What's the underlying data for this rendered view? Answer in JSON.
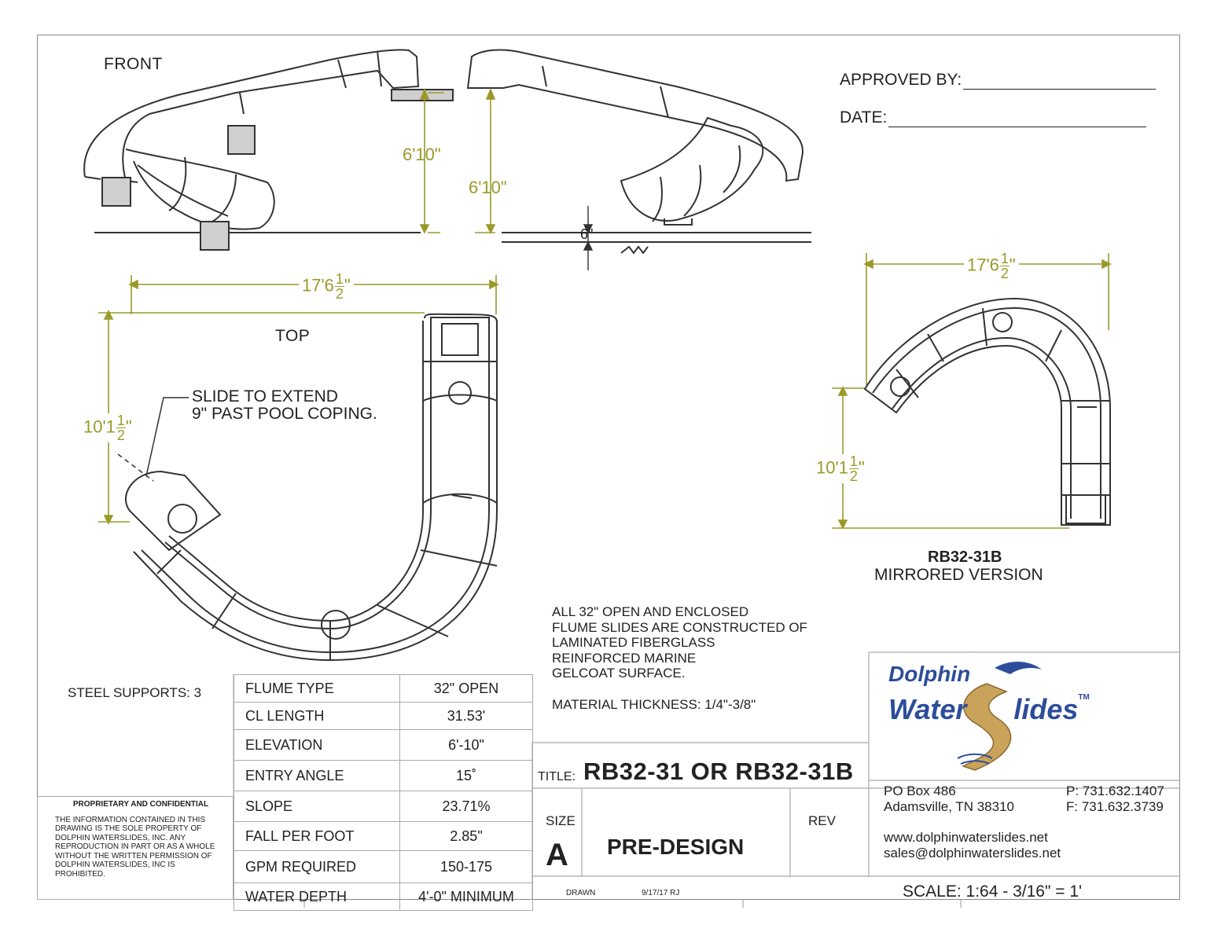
{
  "views": {
    "front_label": "FRONT",
    "top_label": "TOP",
    "front_height_1": "6'10\"",
    "front_height_2": "6'10\"",
    "base_offset": "6\"",
    "top_width": {
      "whole": "17'6",
      "num": "1",
      "den": "2",
      "unit": "\""
    },
    "top_depth": {
      "whole": "10'1",
      "num": "1",
      "den": "2",
      "unit": "\""
    },
    "mirror_width": {
      "whole": "17'6",
      "num": "1",
      "den": "2",
      "unit": "\""
    },
    "mirror_depth": {
      "whole": "10'1",
      "num": "1",
      "den": "2",
      "unit": "\""
    },
    "slide_note_1": "SLIDE TO EXTEND",
    "slide_note_2": "9\" PAST POOL COPING.",
    "mirror_model": "RB32-31B",
    "mirror_caption": "MIRRORED VERSION"
  },
  "approval": {
    "approved_by": "APPROVED BY:",
    "date": "DATE:"
  },
  "material_notes": {
    "lines": [
      "ALL 32\" OPEN AND ENCLOSED",
      "FLUME SLIDES ARE CONSTRUCTED OF",
      "LAMINATED FIBERGLASS",
      "REINFORCED MARINE",
      "GELCOAT SURFACE."
    ],
    "thickness": "MATERIAL THICKNESS: 1/4\"-3/8\""
  },
  "steel_supports": "STEEL SUPPORTS:  3",
  "specs": [
    {
      "label": "FLUME TYPE",
      "value": "32\" OPEN"
    },
    {
      "label": "CL LENGTH",
      "value": "31.53'"
    },
    {
      "label": "ELEVATION",
      "value": "6'-10\""
    },
    {
      "label": "ENTRY ANGLE",
      "value": "15˚"
    },
    {
      "label": "SLOPE",
      "value": "23.71%"
    },
    {
      "label": "FALL PER FOOT",
      "value": "2.85\""
    },
    {
      "label": "GPM REQUIRED",
      "value": "150-175"
    },
    {
      "label": "WATER DEPTH",
      "value": "4'-0\" MINIMUM"
    }
  ],
  "proprietary": {
    "heading": "PROPRIETARY AND CONFIDENTIAL",
    "lines": [
      "THE INFORMATION CONTAINED IN THIS",
      "DRAWING IS THE SOLE PROPERTY OF",
      "DOLPHIN WATERSLIDES, INC.  ANY",
      "REPRODUCTION IN PART OR AS A WHOLE",
      "WITHOUT THE WRITTEN PERMISSION OF",
      "DOLPHIN WATERSLIDES, INC IS",
      "PROHIBITED."
    ]
  },
  "title_block": {
    "title_label": "TITLE:",
    "title": "RB32-31 OR RB32-31B",
    "size_label": "SIZE",
    "size": "A",
    "status": "PRE-DESIGN",
    "rev_label": "REV",
    "drawn_label": "DRAWN",
    "drawn_value": "9/17/17 RJ",
    "scale": "SCALE: 1:64 - 3/16\" = 1'"
  },
  "company": {
    "logo_line_1": "Dolphin",
    "logo_line_2a": "Water",
    "logo_line_2b": "lides",
    "logo_tm": "TM",
    "address_1": "PO Box 486",
    "address_2": "Adamsville, TN 38310",
    "phone": "P: 731.632.1407",
    "fax": "F: 731.632.3739",
    "web": "www.dolphinwaterslides.net",
    "email": "sales@dolphinwaterslides.net"
  },
  "colors": {
    "dimension": "#9a9a2a",
    "logo_blue": "#2c4d9a",
    "slide_tan": "#c9a35a"
  }
}
